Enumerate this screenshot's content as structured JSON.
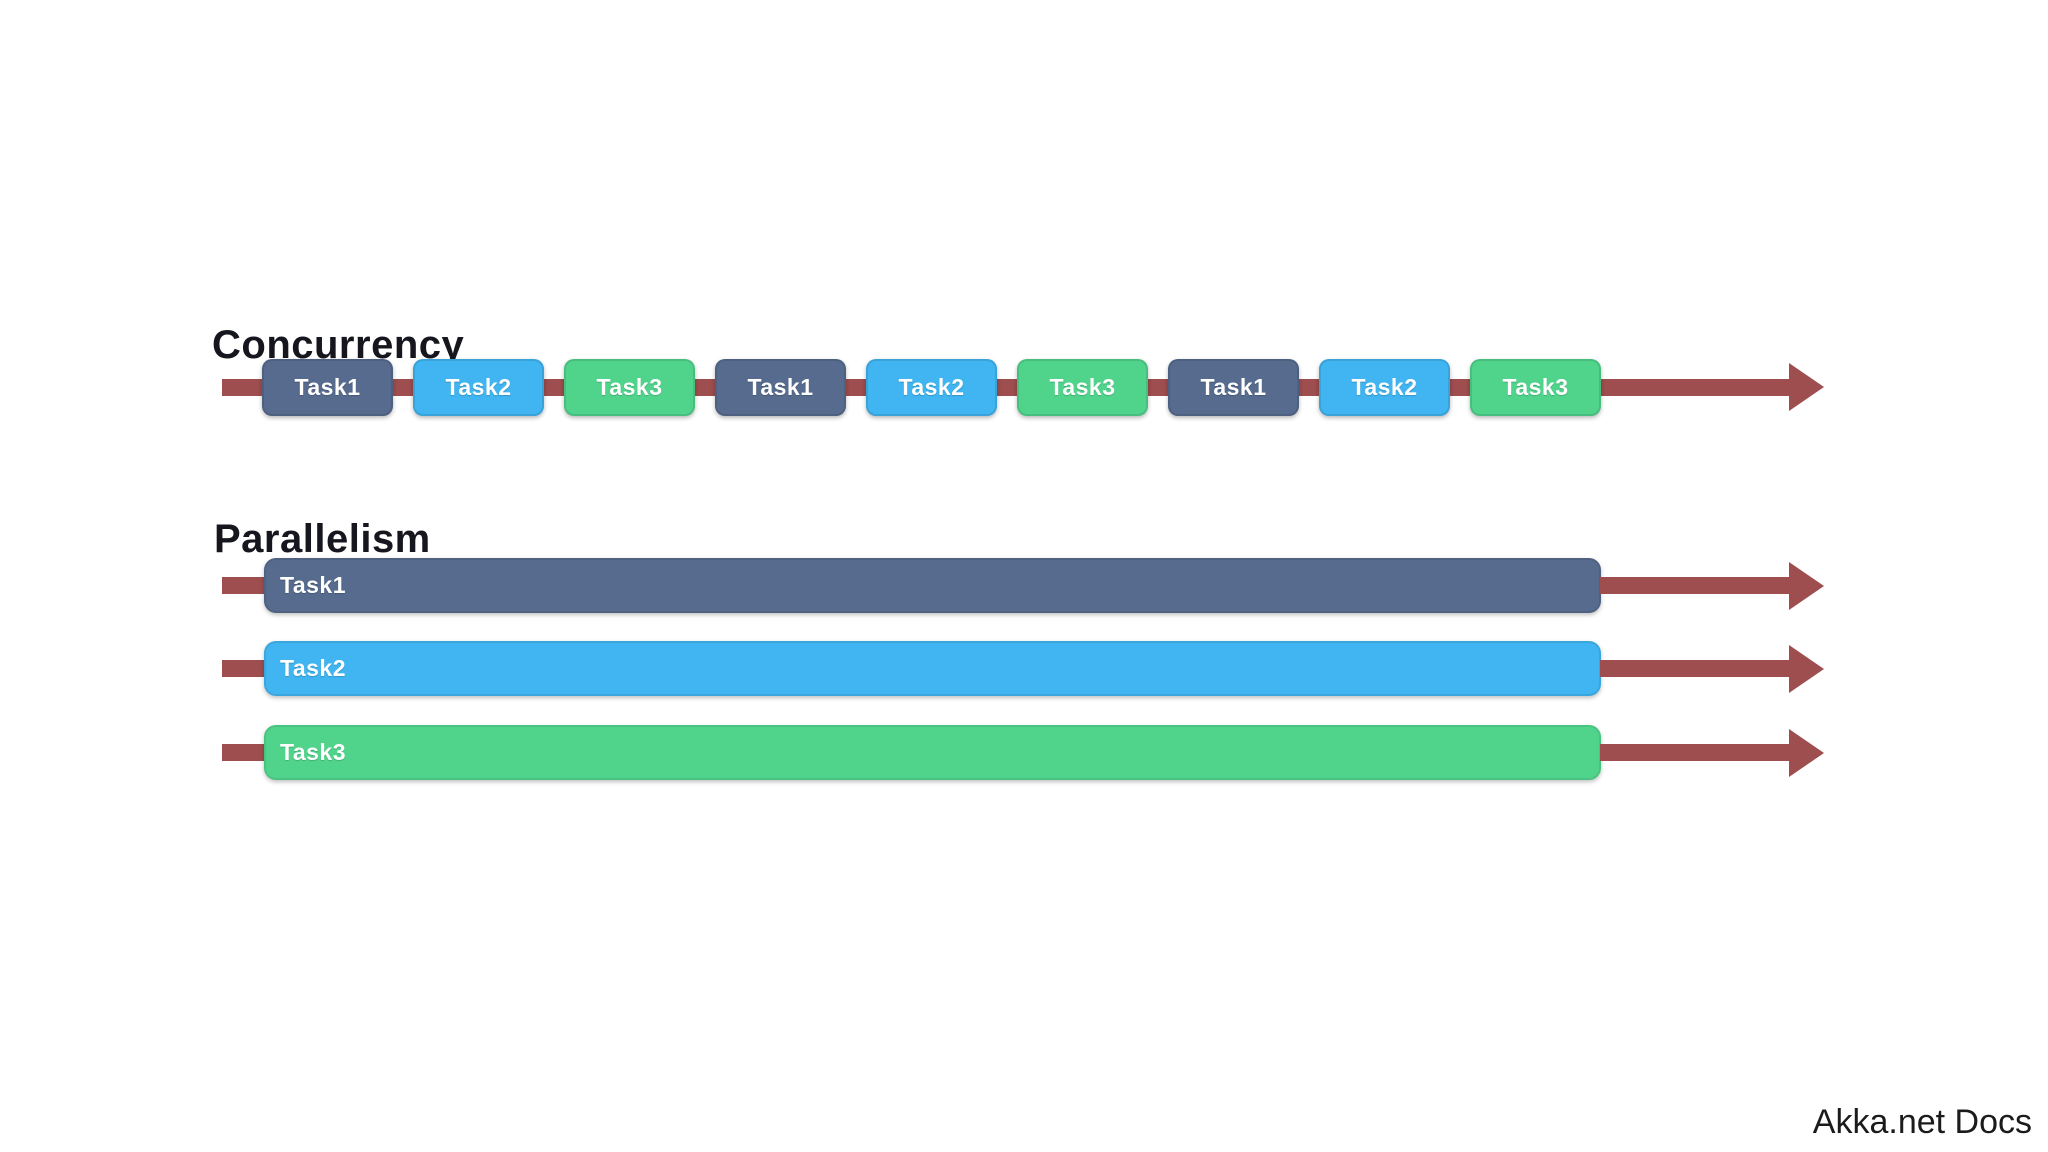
{
  "canvas": {
    "background": "#ffffff"
  },
  "colors": {
    "task1": "#566b8e",
    "task2": "#40b5f1",
    "task3": "#50d48c",
    "arrow": "#9e4e4e",
    "heading": "#16161e",
    "label_text": "#ffffff",
    "attribution_text": "#1b1b1b"
  },
  "concurrency": {
    "heading": "Concurrency",
    "sequence": [
      {
        "label": "Task1",
        "color": "task1"
      },
      {
        "label": "Task2",
        "color": "task2"
      },
      {
        "label": "Task3",
        "color": "task3"
      },
      {
        "label": "Task1",
        "color": "task1"
      },
      {
        "label": "Task2",
        "color": "task2"
      },
      {
        "label": "Task3",
        "color": "task3"
      },
      {
        "label": "Task1",
        "color": "task1"
      },
      {
        "label": "Task2",
        "color": "task2"
      },
      {
        "label": "Task3",
        "color": "task3"
      }
    ]
  },
  "parallelism": {
    "heading": "Parallelism",
    "lanes": [
      {
        "label": "Task1",
        "color": "task1"
      },
      {
        "label": "Task2",
        "color": "task2"
      },
      {
        "label": "Task3",
        "color": "task3"
      }
    ]
  },
  "attribution": {
    "text": "Akka.net Docs"
  }
}
